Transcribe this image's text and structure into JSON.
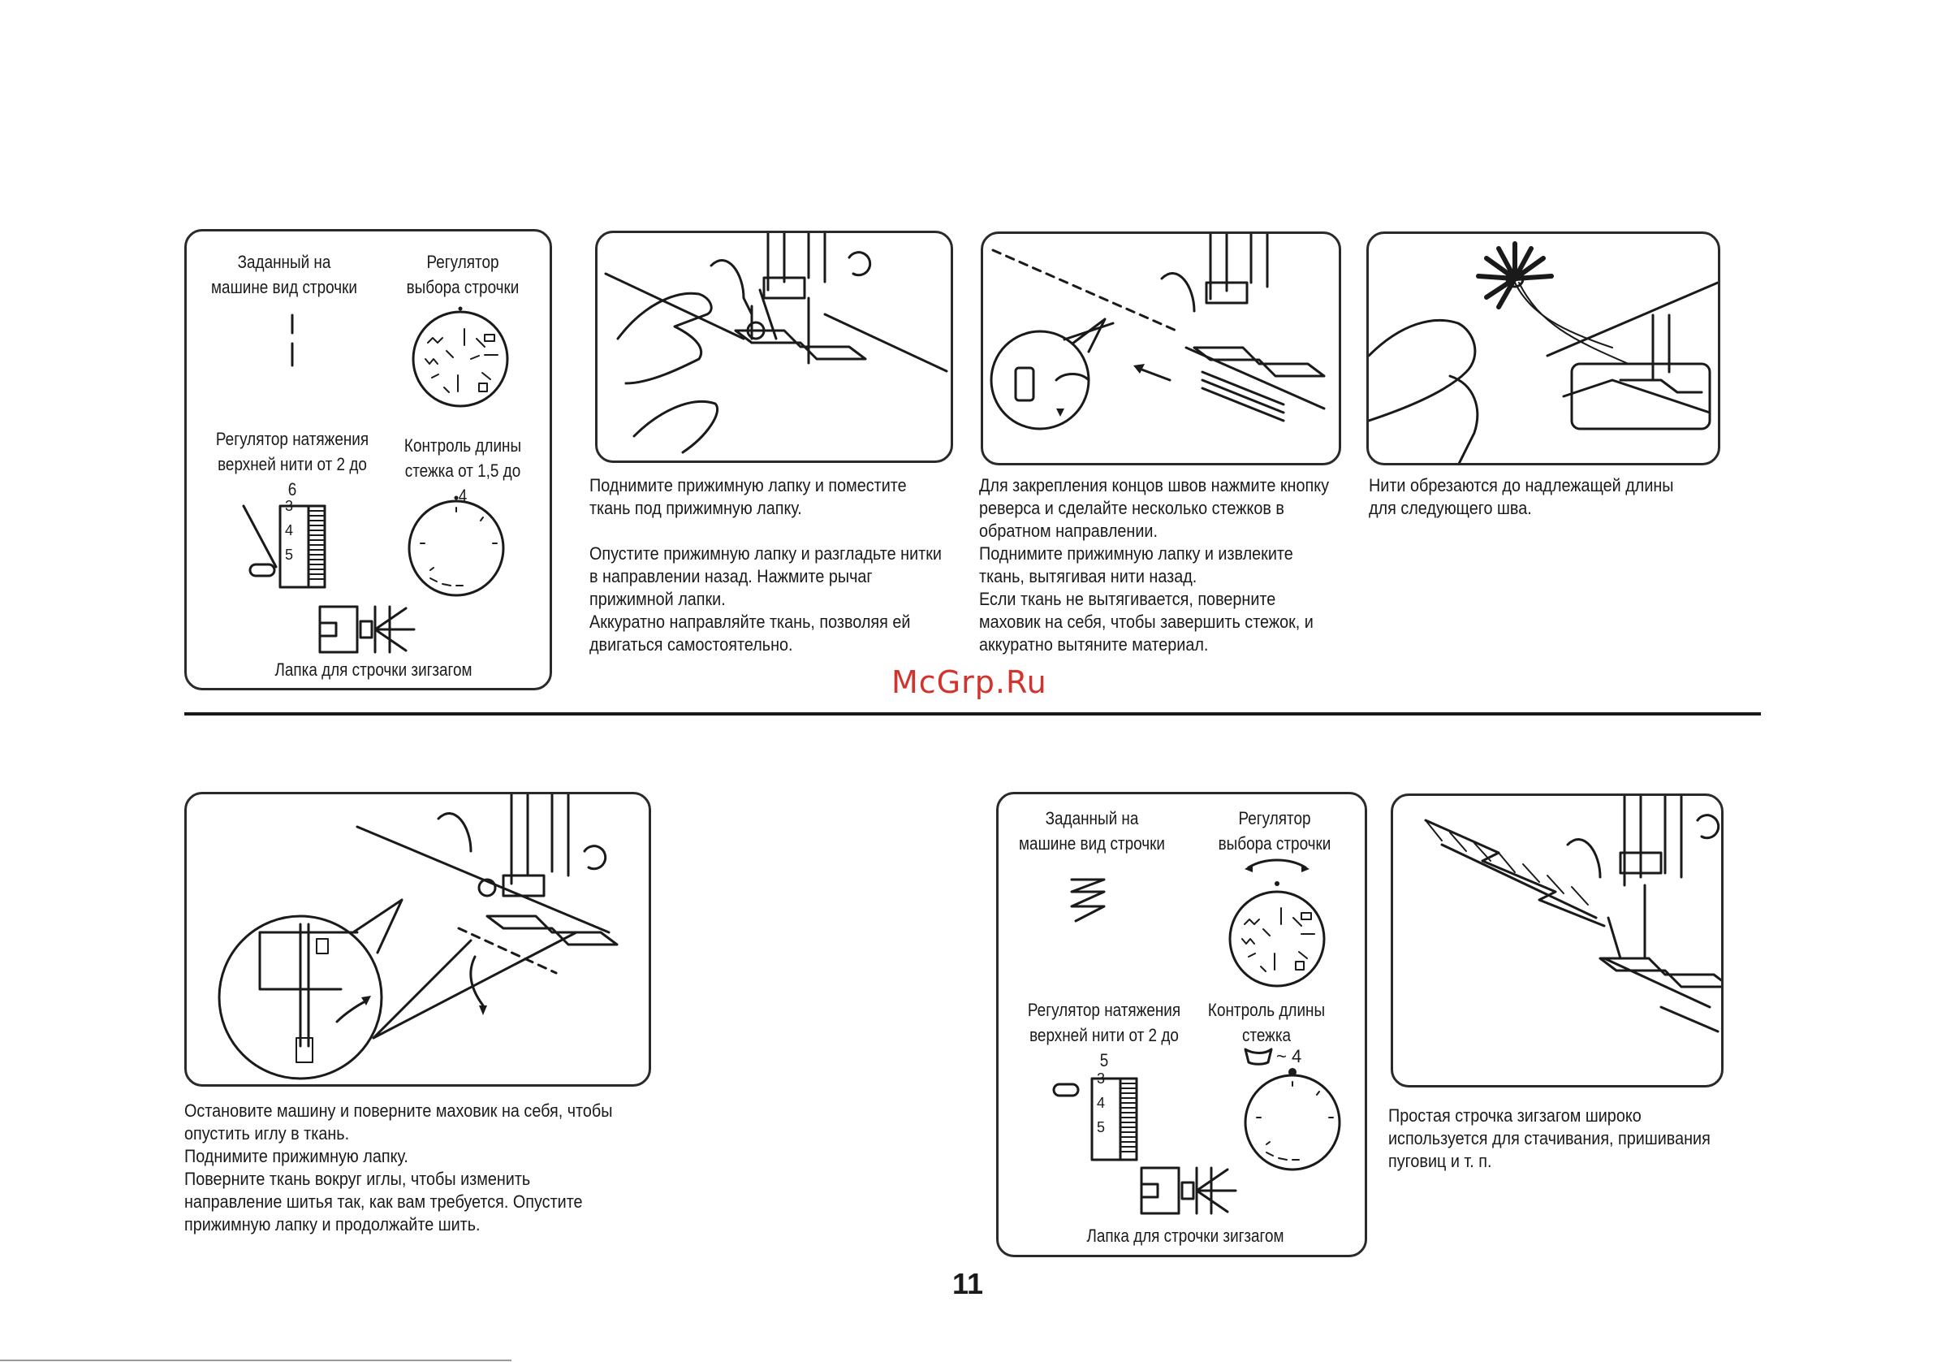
{
  "panel1": {
    "default_stitch_label": "Заданный на\nмашине вид строчки",
    "selector_label": "Регулятор\nвыбора строчки",
    "tension_label": "Регулятор натяжения\nверхней нити от 2 до 6",
    "length_label": "Контроль длины\nстежка от 1,5 до 4",
    "foot_label": "Лапка для строчки зигзагом",
    "tension_dial": [
      "3",
      "4",
      "5"
    ]
  },
  "caption2": [
    "Поднимите прижимную лапку и поместите ткань под прижимную лапку.",
    "",
    "Опустите прижимную лапку и разгладьте нитки в направлении назад. Нажмите рычаг прижимной лапки.",
    "Аккуратно направляйте ткань, позволяя ей двигаться самостоятельно."
  ],
  "caption3": [
    "Для закрепления концов швов нажмите кнопку реверса и сделайте несколько стежков в обратном направлении.",
    "Поднимите прижимную лапку и извлеките ткань, вытягивая нити назад.",
    "Если ткань не вытягивается, поверните маховик на себя, чтобы завершить стежок, и аккуратно вытяните материал."
  ],
  "caption4": [
    "Нити обрезаются до надлежащей длины для следующего шва."
  ],
  "watermark": "McGrp.Ru",
  "caption5": [
    "Остановите машину и поверните маховик на себя, чтобы опустить иглу в ткань.",
    "Поднимите прижимную лапку.",
    "Поверните ткань вокруг иглы, чтобы изменить направление шитья так, как вам требуется. Опустите прижимную лапку и продолжайте шить."
  ],
  "panel6": {
    "default_stitch_label": "Заданный на\nмашине вид строчки",
    "selector_label": "Регулятор\nвыбора строчки",
    "tension_label": "Регулятор натяжения\nверхней нити от 2 до 5",
    "length_label": "Контроль длины\nстежка",
    "length_range": "~ 4",
    "foot_label": "Лапка для строчки зигзагом",
    "tension_dial": [
      "3",
      "4",
      "5"
    ]
  },
  "caption7": [
    "Простая строчка зигзагом широко используется для стачивания, пришивания пуговиц и т. п."
  ],
  "page_number": "11"
}
